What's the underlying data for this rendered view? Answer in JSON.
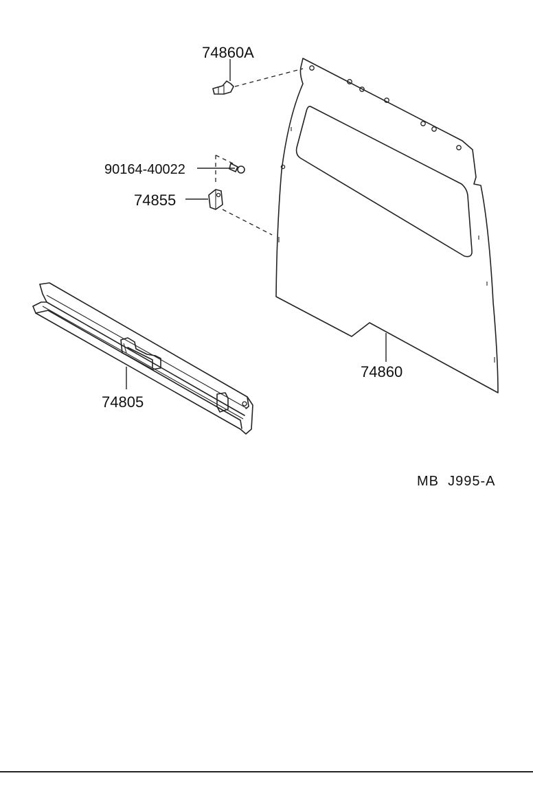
{
  "parts": [
    {
      "id": "clip",
      "number": "74860A"
    },
    {
      "id": "screw",
      "number": "90164-40022"
    },
    {
      "id": "bracket",
      "number": "74855"
    },
    {
      "id": "board",
      "number": "74860"
    },
    {
      "id": "rail",
      "number": "74805"
    }
  ],
  "reference_code": "MB  J995-A"
}
